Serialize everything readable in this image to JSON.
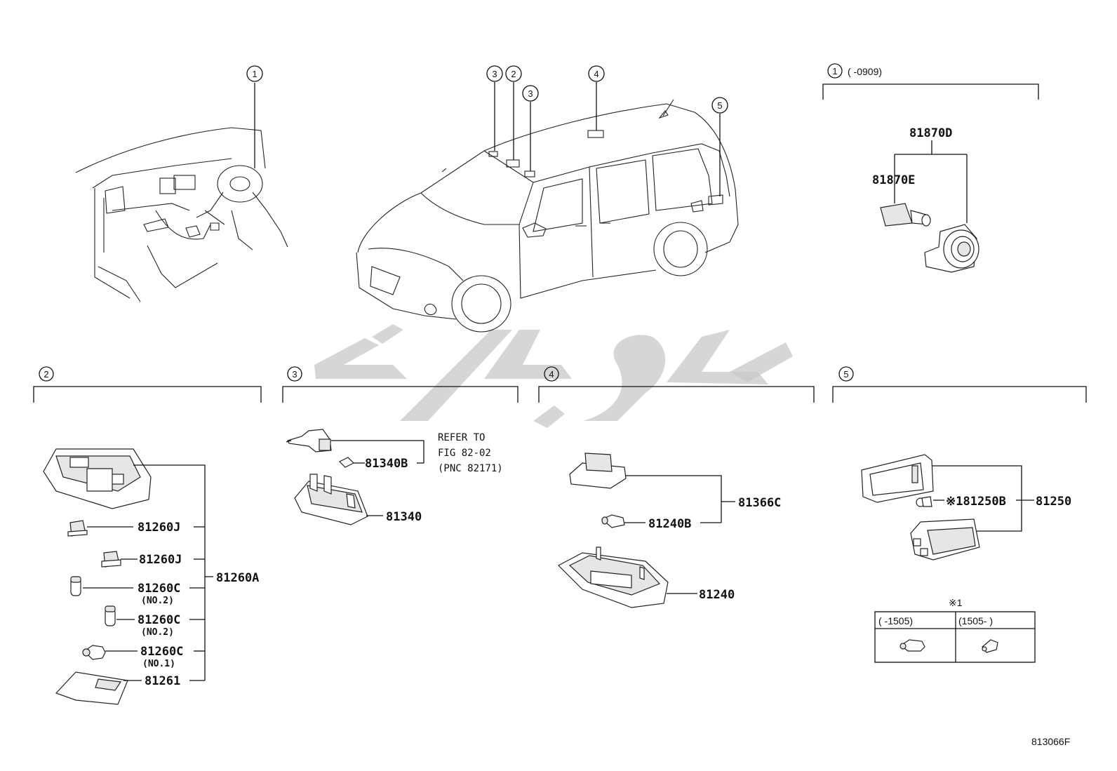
{
  "callouts": {
    "c1": "1",
    "c2": "2",
    "c3": "3",
    "c4": "4",
    "c5": "5"
  },
  "section1": {
    "marker": "1",
    "date_range": "(      -0909)",
    "parts": {
      "p81870D": "81870D",
      "p81870E": "81870E"
    }
  },
  "section2": {
    "marker": "2",
    "parts": {
      "p81260J_a": "81260J",
      "p81260J_b": "81260J",
      "p81260C_a": "81260C",
      "p81260C_a_note": "(NO.2)",
      "p81260C_b": "81260C",
      "p81260C_b_note": "(NO.2)",
      "p81260C_c": "81260C",
      "p81260C_c_note": "(NO.1)",
      "p81261": "81261",
      "p81260A": "81260A"
    }
  },
  "section3": {
    "marker": "3",
    "parts": {
      "p81340B": "81340B",
      "p81340": "81340"
    },
    "refer": {
      "line1": "REFER TO",
      "line2": "FIG 82-02",
      "line3": "(PNC 82171)"
    }
  },
  "section4": {
    "marker": "4",
    "parts": {
      "p81366C": "81366C",
      "p81240B": "81240B",
      "p81240": "81240"
    }
  },
  "section5": {
    "marker": "5",
    "parts": {
      "p81250B": "※181250B",
      "p81250": "81250"
    },
    "note_table": {
      "title": "※1",
      "col1": "(      -1505)",
      "col2": "(1505-      )"
    }
  },
  "footer": {
    "figure_code": "813066F"
  },
  "colors": {
    "line": "#111111",
    "watermark": "#c8c8c8"
  }
}
